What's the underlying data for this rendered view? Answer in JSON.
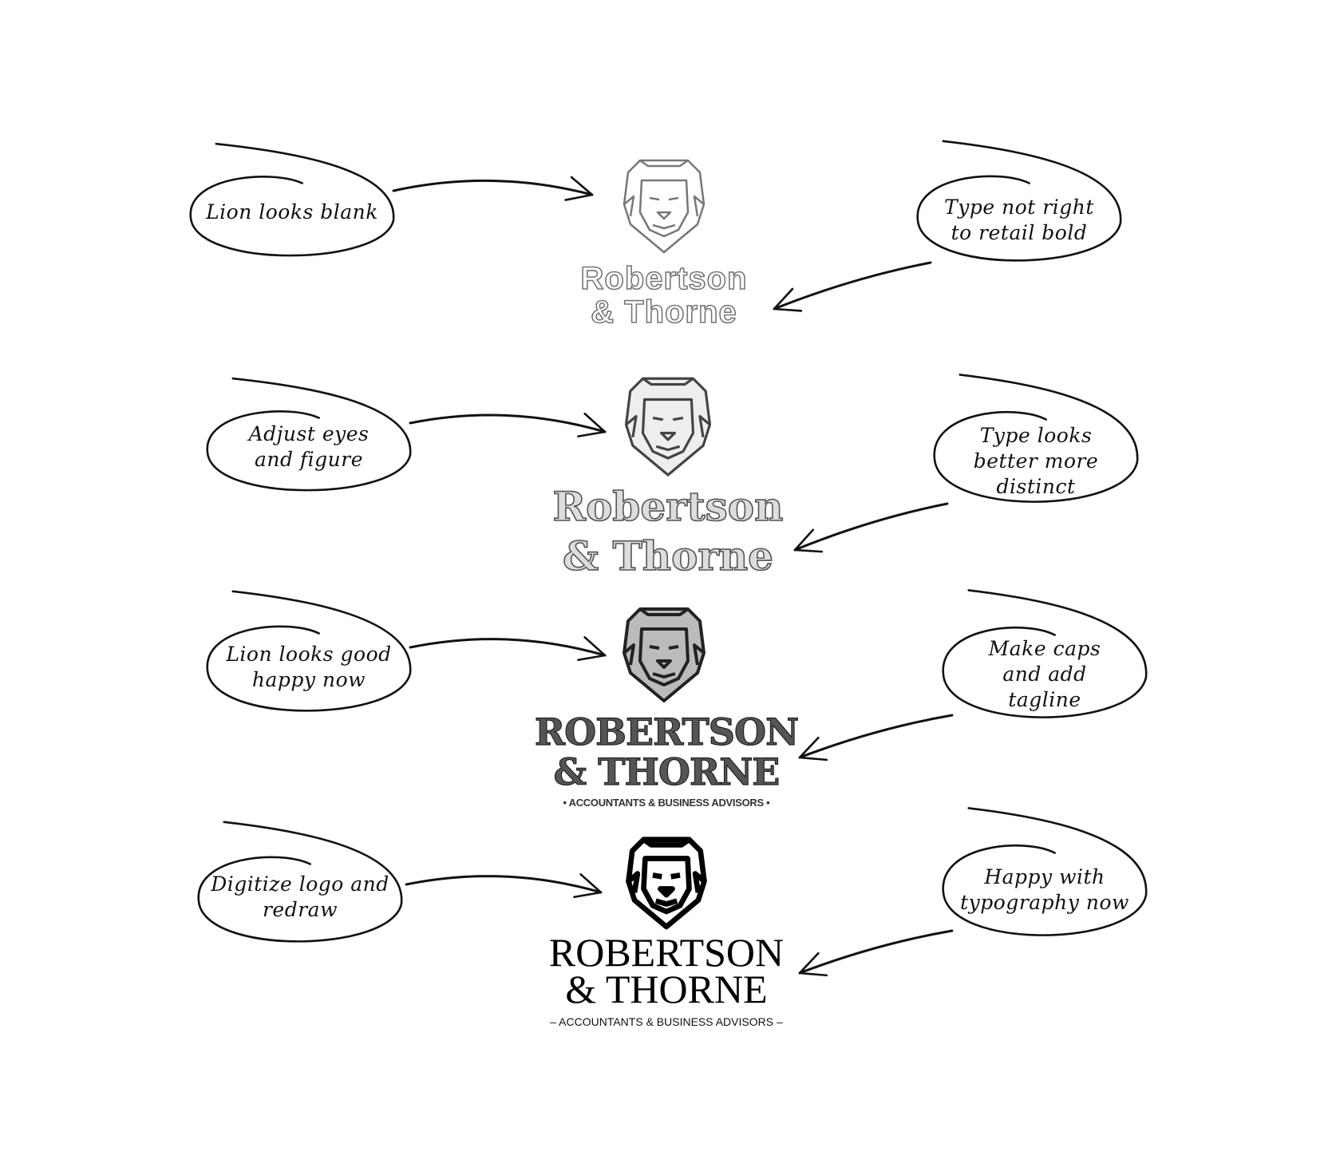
{
  "steps": [
    {
      "left_note": "Lion looks blank",
      "logo_line1": "Robertson",
      "logo_line2": "& Thorne",
      "right_note": "Type not right to retail bold"
    },
    {
      "left_note": "Adjust eyes and figure",
      "logo_line1": "Robertson",
      "logo_line2": "& Thorne",
      "right_note": "Type looks better more distinct"
    },
    {
      "left_note": "Lion looks good happy now",
      "logo_line1": "ROBERTSON",
      "logo_line2": "& THORNE",
      "tagline": "• ACCOUNTANTS & BUSINESS ADVISORS •",
      "right_note": "Make caps and add tagline"
    },
    {
      "left_note": "Digitize logo and redraw",
      "logo_line1": "ROBERTSON",
      "logo_line2": "& THORNE",
      "tagline": "– ACCOUNTANTS & BUSINESS ADVISORS –",
      "right_note": "Happy with typography now"
    }
  ],
  "colors": {
    "ink": "#111111",
    "sketch": "#666666",
    "final": "#000000"
  }
}
